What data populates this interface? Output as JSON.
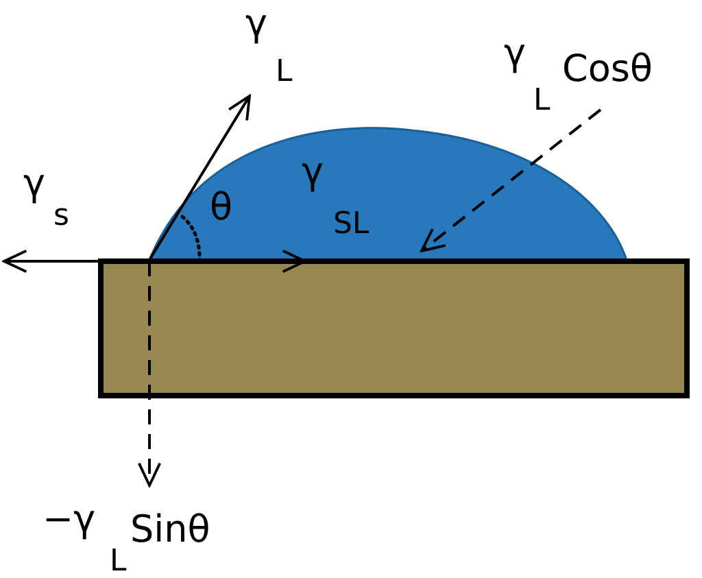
{
  "colors": {
    "droplet": "#2878bc",
    "droplet_edge": "#1a5f9a",
    "substrate": "#968850",
    "ink": "#000000"
  },
  "labels": {
    "gamma_l": {
      "symbol": "γ",
      "sub": "L"
    },
    "gamma_s": {
      "symbol": "γ",
      "sub": "s"
    },
    "gamma_sl": {
      "symbol": "γ",
      "sub": "SL"
    },
    "theta": "θ",
    "gamma_l_cos": {
      "symbol": "γ",
      "sub": "L",
      "rest": "Cosθ"
    },
    "gamma_l_sin": {
      "prefix": "−γ",
      "sub": "L",
      "rest": "Sinθ"
    }
  }
}
